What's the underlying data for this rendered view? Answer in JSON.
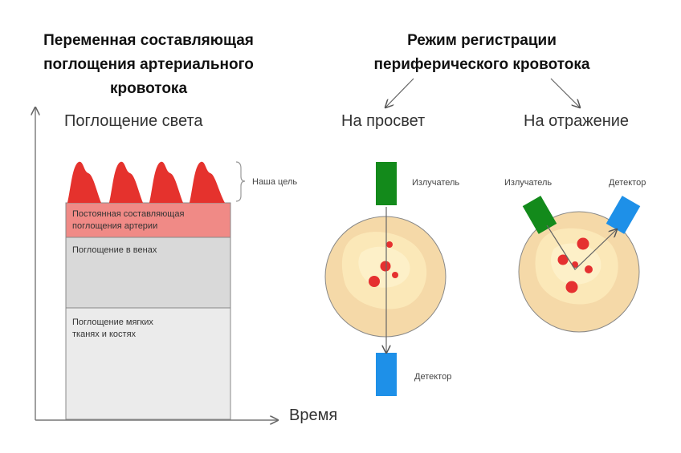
{
  "left_panel": {
    "title_line1": "Переменная составляющая",
    "title_line2": "поглощения артериального",
    "title_line3": "кровотока",
    "y_axis_label": "Поглощение света",
    "x_axis_label": "Время",
    "target_label": "Наша цель",
    "layers": [
      {
        "label": "Постоянная составляющая поглощения артерии",
        "color": "#f08a86"
      },
      {
        "label": "Поглощение в венах",
        "color": "#d9d9d9"
      },
      {
        "label": "Поглощение мягких тканях и костях",
        "color": "#ebebeb"
      }
    ],
    "pulse_color": "#e5322d"
  },
  "right_panel": {
    "title_line1": "Режим регистрации",
    "title_line2": "периферического кровотока",
    "mode_transmission": "На просвет",
    "mode_reflection": "На отражение",
    "emitter_label": "Излучатель",
    "detector_label": "Детектор",
    "emitter_color": "#138a1b",
    "detector_color": "#1e90e8",
    "tissue_color": "#f5d9a8",
    "vessel_color": "#e53030"
  }
}
